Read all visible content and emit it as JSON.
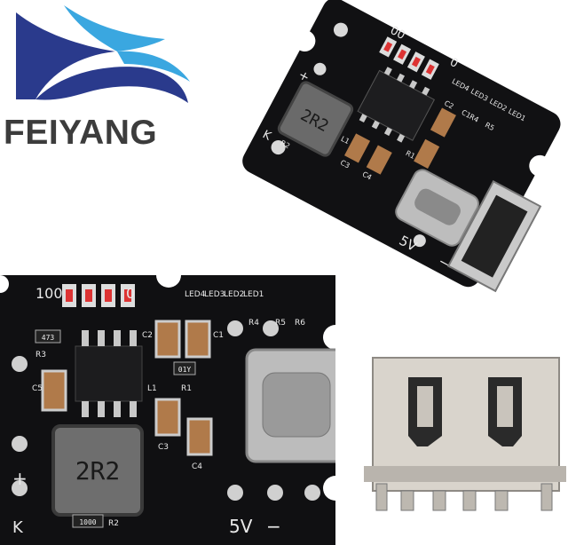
{
  "brand": {
    "name": "FEIYANG",
    "colors": {
      "dark_blue": "#2a3a8c",
      "light_blue": "#3aa7e0",
      "text_gray": "#3c3c3c"
    }
  },
  "top_board": {
    "inductor_marking": "2R2",
    "top_label": "00",
    "top_zero": "0",
    "voltage_label": "5V",
    "minus_label": "−",
    "plus_label": "+",
    "k_label": "K",
    "led_labels": [
      "LED4",
      "LED3",
      "LED2",
      "LED1"
    ],
    "part_labels": [
      "R4",
      "R5",
      "R1",
      "C1",
      "C2",
      "C3",
      "C4",
      "R2",
      "L1"
    ]
  },
  "bottom_board": {
    "inductor_marking": "2R2",
    "top_label": "100",
    "top_zero": "0",
    "voltage_label": "5V",
    "plus_label": "+",
    "minus_label": "−",
    "k_label": "K",
    "led_labels": [
      "LED4",
      "LED3",
      "LED2",
      "LED1"
    ],
    "resistor_marking": "473",
    "small_marking": "01Y",
    "r2_marking": "1000",
    "part_labels": [
      "R3",
      "C5",
      "C2",
      "C1",
      "R4",
      "R5",
      "R6",
      "R1",
      "C3",
      "C4",
      "L1",
      "R2"
    ]
  },
  "usb_port": {
    "type": "USB-A female connector"
  }
}
